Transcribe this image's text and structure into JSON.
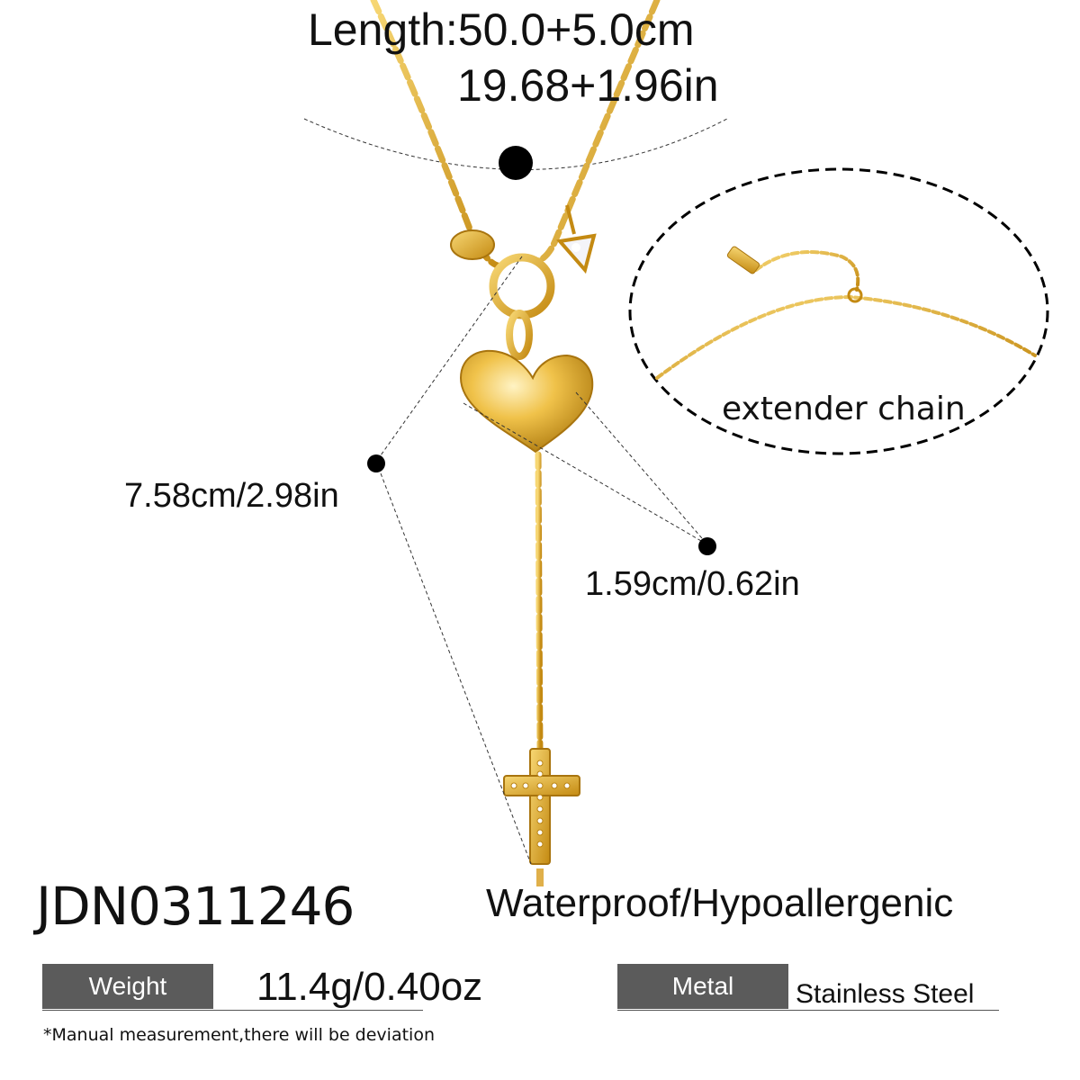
{
  "length": {
    "metric": "Length:50.0+5.0cm",
    "imperial": "19.68+1.96in"
  },
  "dimensions": {
    "pendant_drop": "7.58cm/2.98in",
    "heart_size": "1.59cm/0.62in"
  },
  "extender_label": "extender chain",
  "product_code": "JDN0311246",
  "features": "Waterproof/Hypoallergenic",
  "specs": {
    "weight_label": "Weight",
    "weight_value": "11.4g/0.40oz",
    "metal_label": "Metal",
    "metal_value": "Stainless Steel"
  },
  "disclaimer": "*Manual measurement,there will be deviation",
  "colors": {
    "gold": "#d9a21f",
    "gold_light": "#f4d27a",
    "label_box": "#5b5b5b"
  }
}
